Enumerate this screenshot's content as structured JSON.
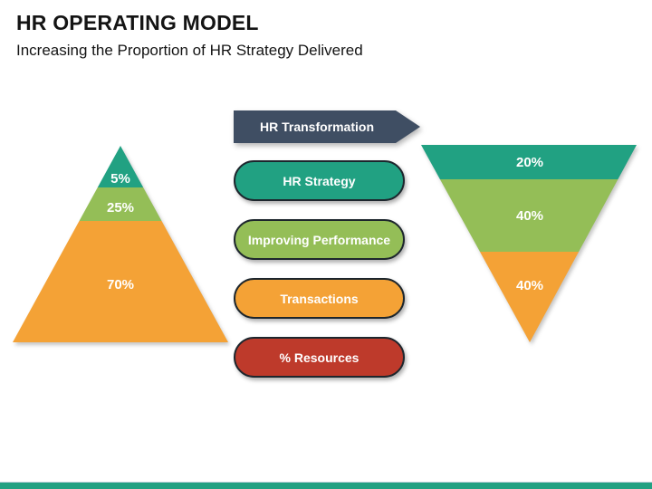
{
  "slide": {
    "title": "HR OPERATING MODEL",
    "subtitle": "Increasing the Proportion of HR Strategy Delivered"
  },
  "colors": {
    "slate": "#3F4E63",
    "teal": "#21A182",
    "green": "#94BE57",
    "orange": "#F4A236",
    "red": "#BE3A2B",
    "footer": "#21A182"
  },
  "banner": {
    "label": "HR Transformation"
  },
  "legend_pills": [
    {
      "label": "HR Strategy",
      "color": "#21A182"
    },
    {
      "label": "Improving Performance",
      "color": "#94BE57"
    },
    {
      "label": "Transactions",
      "color": "#F4A236"
    },
    {
      "label": "% Resources",
      "color": "#BE3A2B"
    }
  ],
  "left_pyramid": {
    "segments": [
      {
        "label": "5%",
        "color": "#21A182"
      },
      {
        "label": "25%",
        "color": "#94BE57"
      },
      {
        "label": "70%",
        "color": "#F4A236"
      }
    ]
  },
  "right_pyramid": {
    "segments": [
      {
        "label": "20%",
        "color": "#21A182"
      },
      {
        "label": "40%",
        "color": "#94BE57"
      },
      {
        "label": "40%",
        "color": "#F4A236"
      }
    ]
  },
  "chart_data": {
    "type": "pyramid",
    "title": "HR OPERATING MODEL",
    "subtitle": "Increasing the Proportion of HR Strategy Delivered",
    "categories": [
      "HR Strategy",
      "Improving Performance",
      "Transactions"
    ],
    "series": [
      {
        "name": "left-upright-pyramid (% Resources, top to bottom)",
        "values": [
          5,
          25,
          70
        ]
      },
      {
        "name": "right-inverted-pyramid (% Resources, top to bottom)",
        "values": [
          20,
          40,
          40
        ]
      }
    ],
    "banner": "HR Transformation",
    "legend_note": "% Resources"
  }
}
